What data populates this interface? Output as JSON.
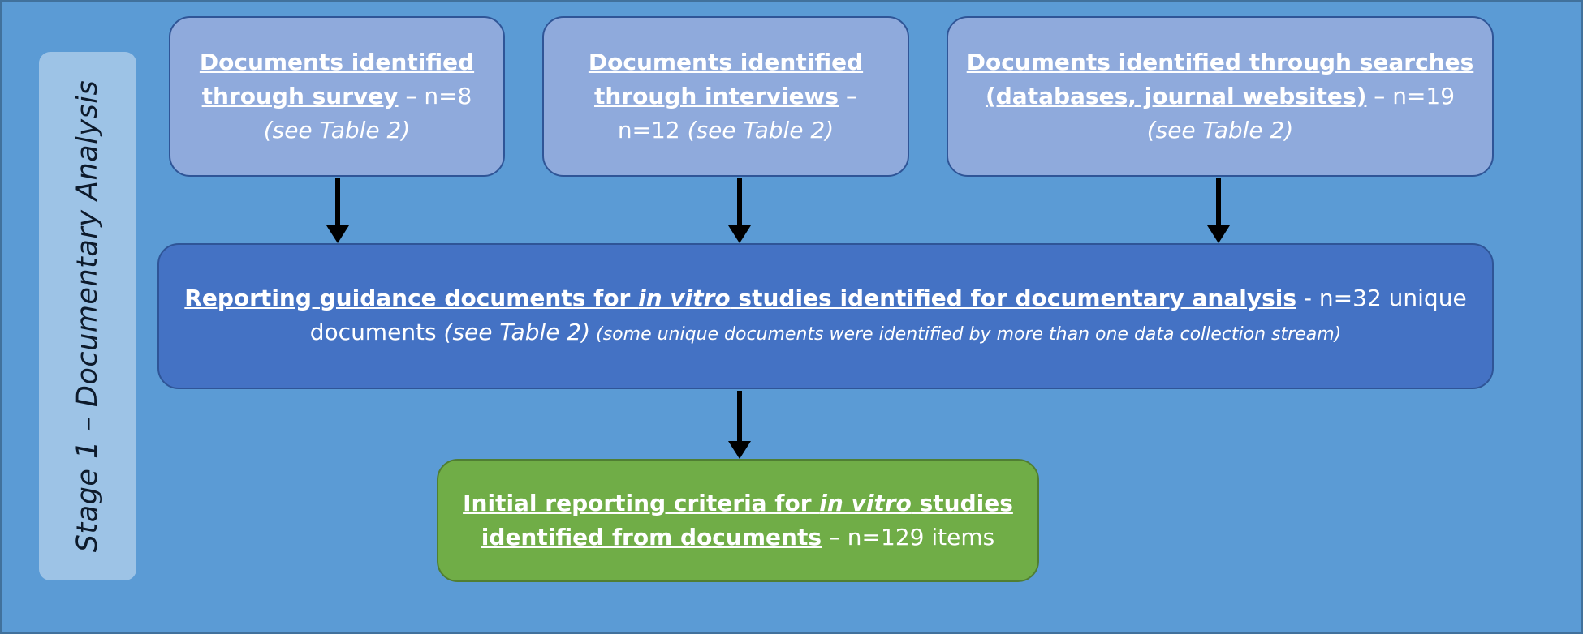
{
  "stage_label": "Stage 1 – Documentary  Analysis",
  "sources": [
    {
      "bold_line1": "Documents identified",
      "bold_line2": "through survey",
      "suffix": " – n=8",
      "note": "(see Table 2)"
    },
    {
      "bold_line1": "Documents identified",
      "bold_line2": "through interviews",
      "suffix": " –",
      "line3": "n=12 ",
      "note": "(see Table 2)"
    },
    {
      "bold_line1": "Documents identified through searches",
      "bold_line2": "(databases, journal websites)",
      "suffix": " – n=19",
      "note": "(see Table 2)"
    }
  ],
  "middle": {
    "bold_a": "Reporting guidance documents for ",
    "bold_italic": "in vitro",
    "bold_b": " studies identified for documentary analysis",
    "suffix": " - n=32 unique",
    "line2_text": "documents ",
    "note": "(see Table 2)",
    "small_note": " (some unique documents were identified by more than one data collection stream)"
  },
  "output": {
    "bold_a": "Initial reporting criteria for ",
    "bold_italic": "in vitro",
    "bold_b": " studies",
    "bold_line2": "identified from documents",
    "suffix": " – n=129 items"
  },
  "colors": {
    "background": "#5b9bd5",
    "source_box": "#8faadc",
    "middle_box": "#4472c4",
    "output_box": "#70ad47",
    "stage_panel": "#9dc3e6",
    "arrow": "#000000"
  }
}
